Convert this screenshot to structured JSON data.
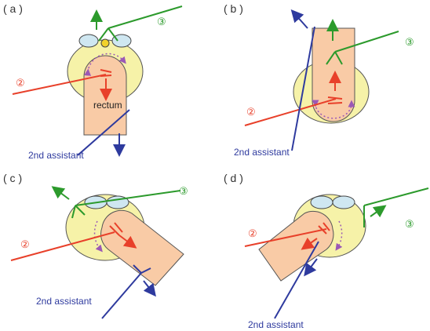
{
  "colors": {
    "tissue_yellow": "#f6f2a8",
    "rectum_peach": "#f9cba6",
    "outline": "#555555",
    "red": "#e8402a",
    "green": "#2c9a2c",
    "blue": "#2e3a9e",
    "dotted_purple": "#9b59b6",
    "leaf_blue": "#cfe7f1"
  },
  "panels": [
    {
      "label": "( a )",
      "green_label": "③",
      "red_label": "②",
      "assistant_label": "2nd assistant",
      "rectum_label": "rectum"
    },
    {
      "label": "( b )",
      "green_label": "③",
      "red_label": "②",
      "assistant_label": "2nd assistant"
    },
    {
      "label": "( c )",
      "green_label": "③",
      "red_label": "②",
      "assistant_label": "2nd assistant"
    },
    {
      "label": "( d )",
      "green_label": "③",
      "red_label": "②",
      "assistant_label": "2nd assistant"
    }
  ]
}
